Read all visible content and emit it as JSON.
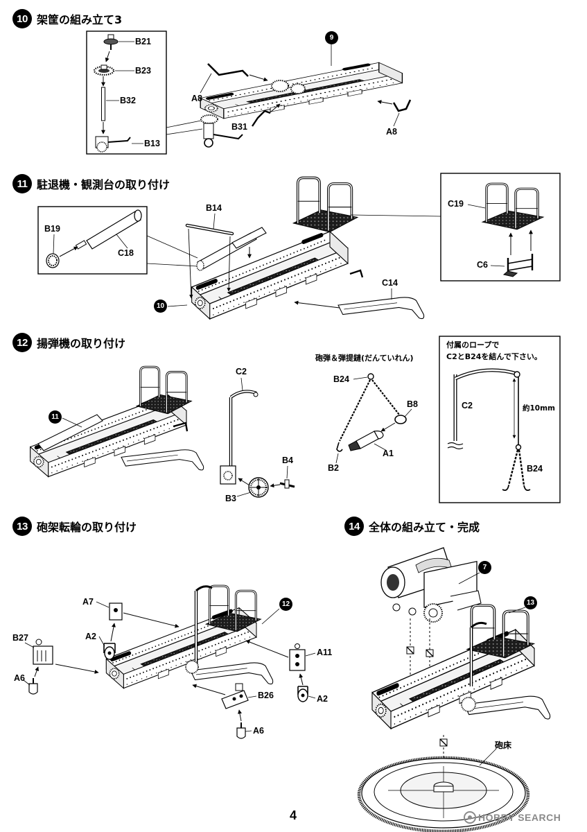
{
  "steps": [
    {
      "number": "10",
      "title": "架筐の組み立て3"
    },
    {
      "number": "11",
      "title": "駐退機・観測台の取り付け"
    },
    {
      "number": "12",
      "title": "揚弾機の取り付け"
    },
    {
      "number": "13",
      "title": "砲架転輪の取り付け"
    },
    {
      "number": "14",
      "title": "全体の組み立て・完成"
    }
  ],
  "step10": {
    "ref": "9",
    "parts": {
      "b21": "B21",
      "b23": "B23",
      "b32": "B32",
      "b13": "B13",
      "a8_left": "A8",
      "b31": "B31",
      "a8_right": "A8"
    }
  },
  "step11": {
    "ref": "10",
    "parts": {
      "b14": "B14",
      "b19": "B19",
      "c18": "C18",
      "c14": "C14",
      "c19": "C19",
      "c6": "C6"
    }
  },
  "step12": {
    "ref": "11",
    "parts": {
      "c2": "C2",
      "b4": "B4",
      "b3": "B3",
      "b24": "B24",
      "b8": "B8",
      "a1": "A1",
      "b2": "B2"
    },
    "shell_note": "砲弾＆弾提鏈(だんていれん)",
    "rope_box": {
      "line1": "付属のロープで",
      "line2": "C2とB24を結んで下さい。",
      "c2": "C2",
      "length": "約10mm",
      "b24": "B24"
    }
  },
  "step13": {
    "ref": "12",
    "parts": {
      "a7": "A7",
      "a2_left": "A2",
      "b27": "B27",
      "a6_left": "A6",
      "a11": "A11",
      "a2_right": "A2",
      "b26": "B26",
      "a6_right": "A6"
    }
  },
  "step14": {
    "ref_gun": "7",
    "ref_frame": "13",
    "platform": "砲床"
  },
  "page_number": "4",
  "watermark": "HOBBY SEARCH"
}
